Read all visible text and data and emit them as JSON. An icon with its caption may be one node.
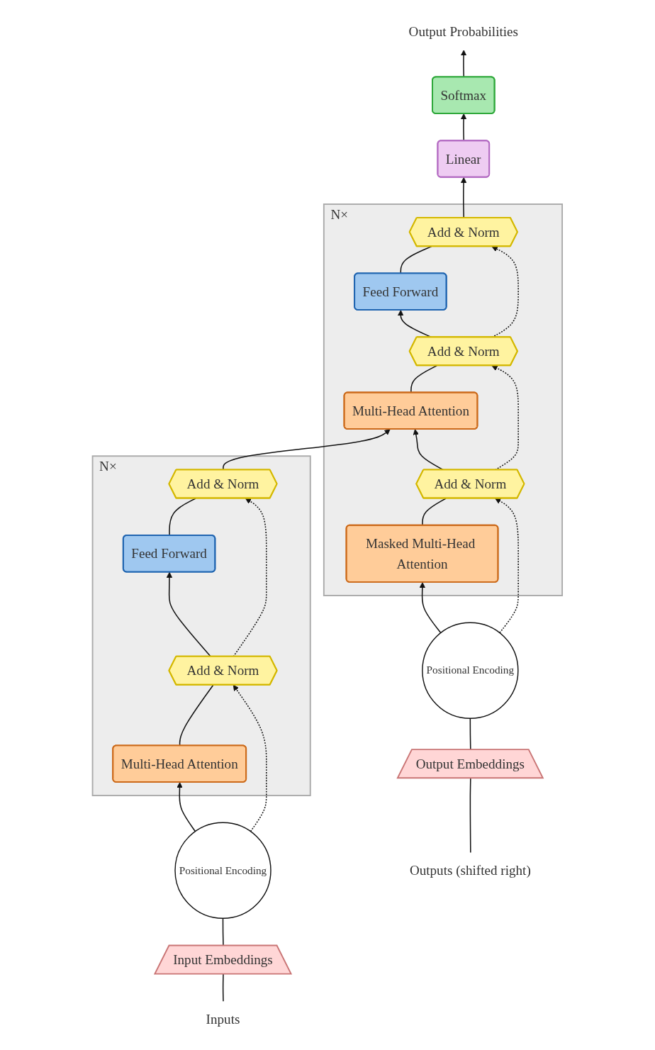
{
  "diagram": {
    "nodes": [
      {
        "text": [
          "Output Probabilities"
        ]
      },
      {
        "text": [
          "Softmax"
        ]
      },
      {
        "text": [
          "Linear"
        ]
      },
      {
        "text": [
          "N×"
        ]
      },
      {
        "text": [
          "Add & Norm"
        ],
        "in": 3
      },
      {
        "text": [
          "Feed Forward"
        ],
        "in": 3
      },
      {
        "text": [
          "Add & Norm"
        ],
        "in": 3
      },
      {
        "text": [
          "Multi-Head Attention"
        ],
        "in": 3
      },
      {
        "text": [
          "Add & Norm"
        ],
        "in": 3
      },
      {
        "text": [
          "Masked Multi-Head Attention"
        ],
        "in": 3
      },
      {
        "text": [
          "N×"
        ]
      },
      {
        "text": [
          "Add & Norm"
        ],
        "in": 10
      },
      {
        "text": [
          "Feed Forward"
        ],
        "in": 10
      },
      {
        "text": [
          "Add & Norm"
        ],
        "in": 10
      },
      {
        "text": [
          "Multi-Head Attention"
        ],
        "in": 10
      },
      {
        "text": [
          "Positional Encoding"
        ]
      },
      {
        "text": [
          "Positional Encoding"
        ]
      },
      {
        "text": [
          "Input Embeddings"
        ]
      },
      {
        "text": [
          "Output Embeddings"
        ]
      },
      {
        "text": [
          "Inputs"
        ]
      },
      {
        "text": [
          "Outputs (shifted right)"
        ]
      }
    ],
    "edges": [
      {
        "from": 19,
        "to": 17,
        "arrow": "none"
      },
      {
        "from": 17,
        "to": 15,
        "arrow": "none"
      },
      {
        "from": 15,
        "to": 14,
        "arrow": "to"
      },
      {
        "from": 15,
        "to": 13,
        "arrow": "to",
        "style": "dashed"
      },
      {
        "from": 14,
        "to": 13,
        "arrow": "none"
      },
      {
        "from": 13,
        "to": 12,
        "arrow": "to"
      },
      {
        "from": 13,
        "to": 11,
        "arrow": "to",
        "style": "dashed"
      },
      {
        "from": 12,
        "to": 11,
        "arrow": "none"
      },
      {
        "from": 11,
        "to": 7,
        "arrow": "to"
      },
      {
        "from": 20,
        "to": 18,
        "arrow": "none"
      },
      {
        "from": 18,
        "to": 16,
        "arrow": "none"
      },
      {
        "from": 16,
        "to": 9,
        "arrow": "to"
      },
      {
        "from": 16,
        "to": 8,
        "arrow": "to",
        "style": "dashed"
      },
      {
        "from": 9,
        "to": 8,
        "arrow": "none"
      },
      {
        "from": 8,
        "to": 7,
        "arrow": "to"
      },
      {
        "from": 8,
        "to": 6,
        "arrow": "to",
        "style": "dashed"
      },
      {
        "from": 7,
        "to": 6,
        "arrow": "none"
      },
      {
        "from": 6,
        "to": 5,
        "arrow": "to"
      },
      {
        "from": 6,
        "to": 4,
        "arrow": "to",
        "style": "dashed"
      },
      {
        "from": 5,
        "to": 4,
        "arrow": "none"
      },
      {
        "from": 4,
        "to": 2,
        "arrow": "to"
      },
      {
        "from": 2,
        "to": 1,
        "arrow": "to"
      },
      {
        "from": 1,
        "to": 0,
        "arrow": "to"
      }
    ]
  }
}
